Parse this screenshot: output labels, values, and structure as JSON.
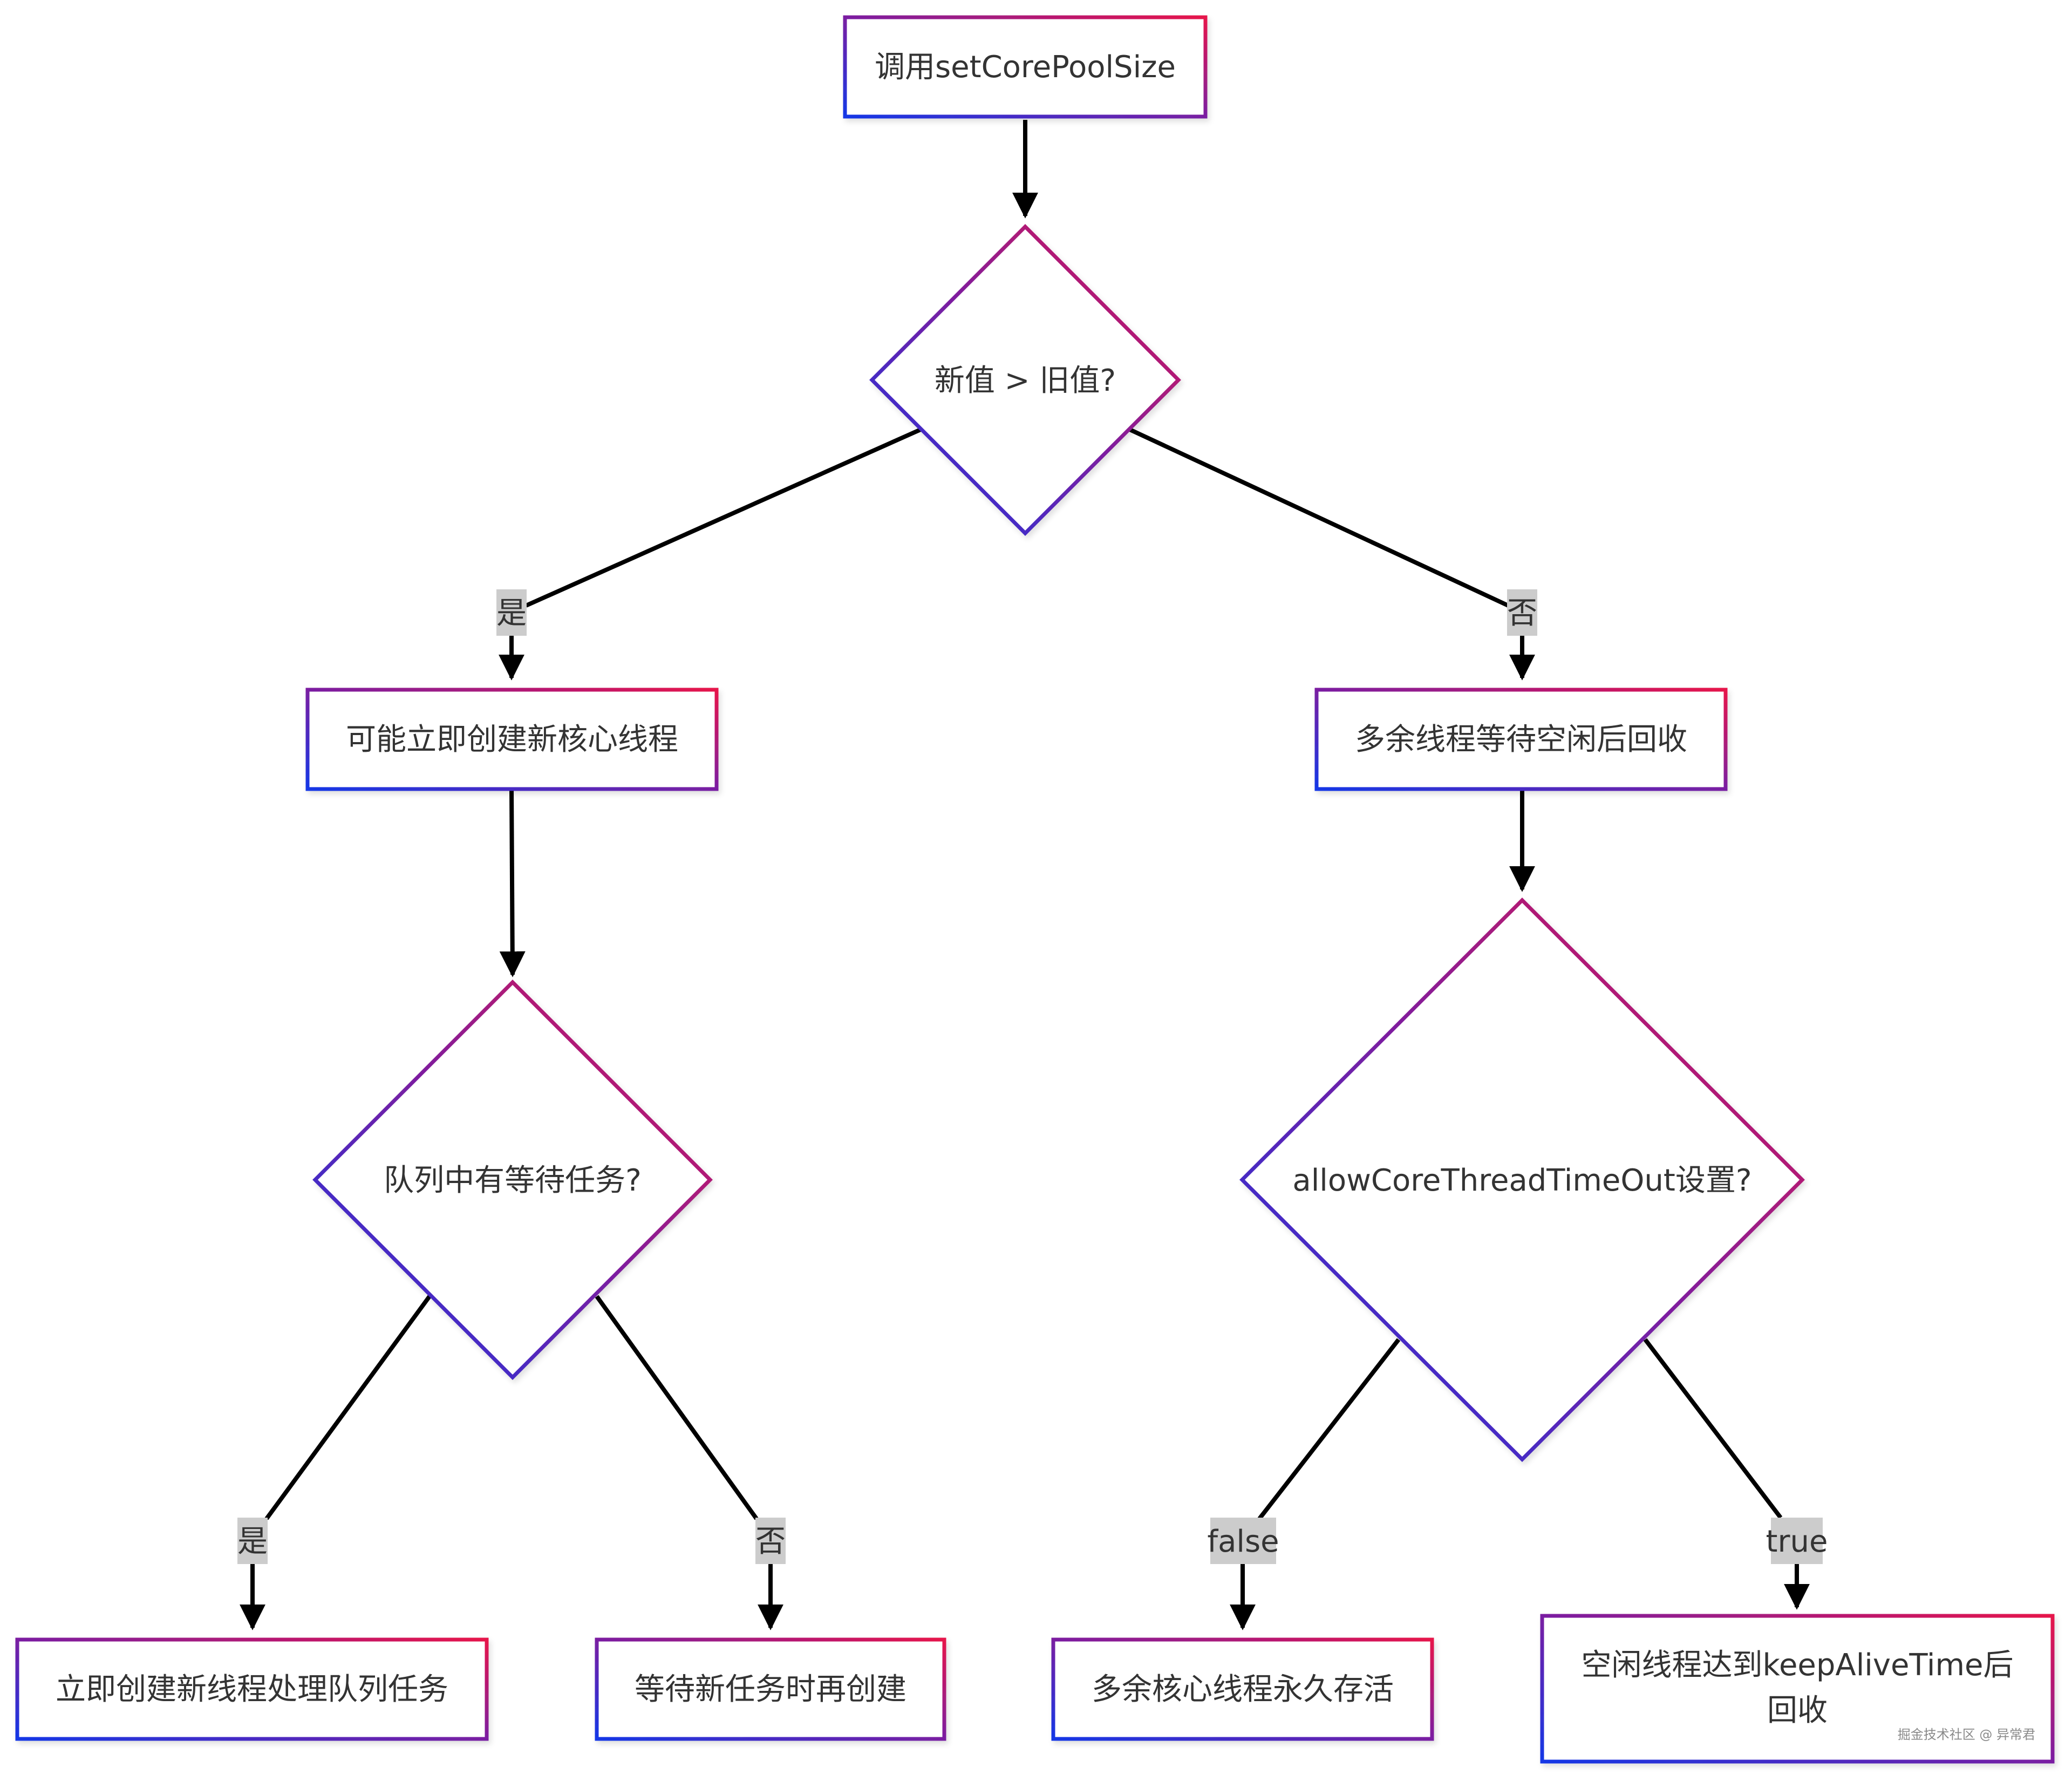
{
  "nodes": {
    "start": "调用setCorePoolSize",
    "compare": "新值 > 旧值?",
    "create_core": "可能立即创建新核心线程",
    "queue_check": "队列中有等待任务?",
    "create_now": "立即创建新线程处理队列任务",
    "wait_task": "等待新任务时再创建",
    "reclaim": "多余线程等待空闲后回收",
    "allow_timeout": "allowCoreThreadTimeOut设置?",
    "keep_alive": "多余核心线程永久存活",
    "idle_reclaim_line1": "空闲线程达到keepAliveTime后",
    "idle_reclaim_line2": "回收"
  },
  "edge_labels": {
    "compare_yes": "是",
    "compare_no": "否",
    "queue_yes": "是",
    "queue_no": "否",
    "timeout_false": "false",
    "timeout_true": "true"
  },
  "watermark": "掘金技术社区 @ 异常君",
  "colors": {
    "gradient_start": "#1437e6",
    "gradient_mid": "#7a1fa2",
    "gradient_end": "#e6144b",
    "edge": "#000000",
    "label_bg": "#cccccc",
    "text": "#333333"
  }
}
